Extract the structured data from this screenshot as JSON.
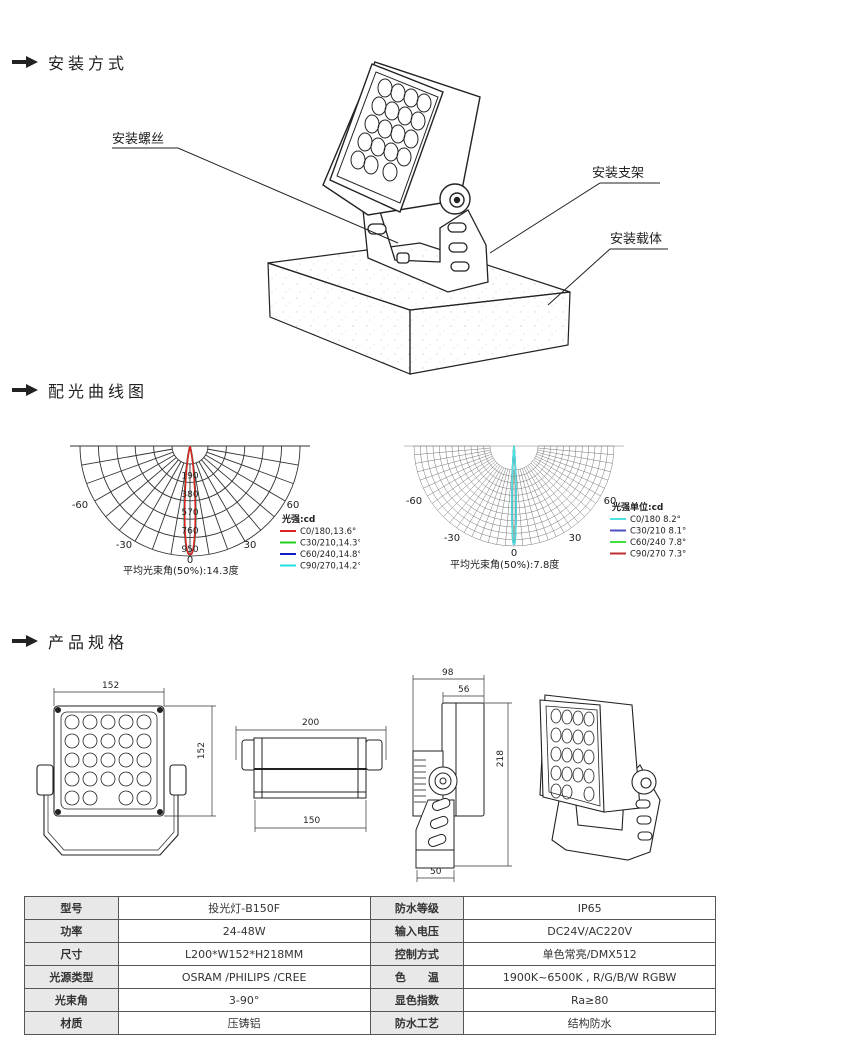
{
  "sections": {
    "installation": "安装方式",
    "light_curve": "配光曲线图",
    "specification": "产品规格"
  },
  "callouts": {
    "screw": "安装螺丝",
    "bracket": "安装支架",
    "carrier": "安装载体"
  },
  "chart_data": [
    {
      "type": "polar",
      "title": "",
      "unit_label": "光强:cd",
      "angle_ticks": [
        "-60",
        "60",
        "-30",
        "30",
        "0"
      ],
      "radial_ticks": [
        "190",
        "380",
        "570",
        "760",
        "950"
      ],
      "rlim": [
        0,
        950
      ],
      "series": [
        {
          "name": "C0/180,13.6°",
          "color": "#e02020",
          "beam_angle": 13.6
        },
        {
          "name": "C30/210,14.3°",
          "color": "#20d020",
          "beam_angle": 14.3
        },
        {
          "name": "C60/240,14.8°",
          "color": "#1020c0",
          "beam_angle": 14.8
        },
        {
          "name": "C90/270,14.2°",
          "color": "#20e0e0",
          "beam_angle": 14.2
        }
      ],
      "caption": "平均光束角(50%):14.3度"
    },
    {
      "type": "polar",
      "title": "",
      "unit_label": "光强单位:cd",
      "angle_ticks": [
        "-60",
        "60",
        "-30",
        "30",
        "0"
      ],
      "series": [
        {
          "name": "C0/180 8.2°",
          "color": "#50e0e0",
          "beam_angle": 8.2
        },
        {
          "name": "C30/210 8.1°",
          "color": "#5050c0",
          "beam_angle": 8.1
        },
        {
          "name": "C60/240 7.8°",
          "color": "#40e040",
          "beam_angle": 7.8
        },
        {
          "name": "C90/270 7.3°",
          "color": "#c03030",
          "beam_angle": 7.3
        }
      ],
      "caption": "平均光束角(50%):7.8度"
    }
  ],
  "dimensions": {
    "front_width": "152",
    "front_height": "152",
    "top_width": "200",
    "top_inner": "150",
    "side_depth": "98",
    "side_body": "56",
    "side_height": "218",
    "side_base": "50"
  },
  "spec_table": [
    {
      "l1": "型号",
      "v1": "投光灯-B150F",
      "l2": "防水等级",
      "v2": "IP65"
    },
    {
      "l1": "功率",
      "v1": "24-48W",
      "l2": "输入电压",
      "v2": "DC24V/AC220V"
    },
    {
      "l1": "尺寸",
      "v1": "L200*W152*H218MM",
      "l2": "控制方式",
      "v2": "单色常亮/DMX512"
    },
    {
      "l1": "光源类型",
      "v1": "OSRAM /PHILIPS /CREE",
      "l2": "色　　温",
      "v2": "1900K~6500K , R/G/B/W  RGBW"
    },
    {
      "l1": "光束角",
      "v1": "3-90°",
      "l2": "显色指数",
      "v2": "Ra≥80"
    },
    {
      "l1": "材质",
      "v1": "压铸铝",
      "l2": "防水工艺",
      "v2": "结构防水"
    }
  ]
}
